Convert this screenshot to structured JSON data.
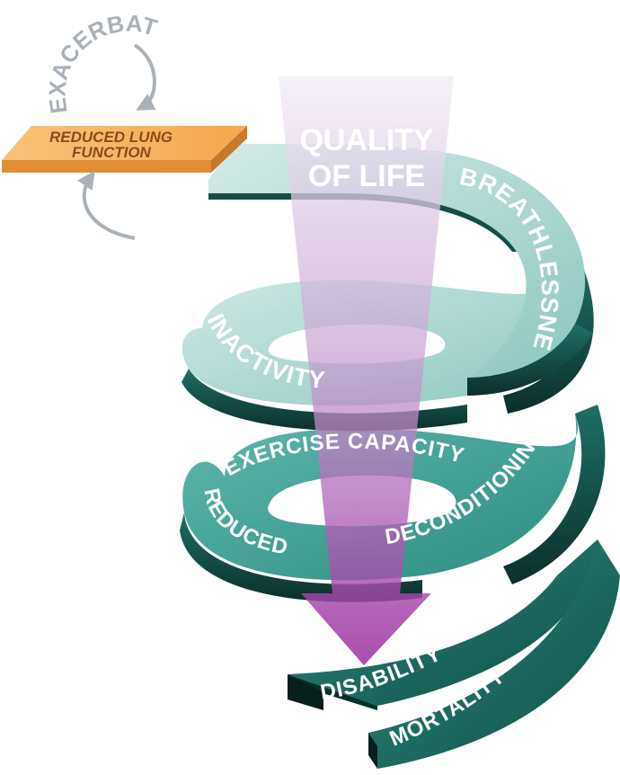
{
  "diagram": {
    "exacerbations": "EXACERBATIONS",
    "reduced_lung_function": [
      "REDUCED LUNG",
      "FUNCTION"
    ],
    "quality_of_life": [
      "QUALITY",
      "OF LIFE"
    ],
    "breathlessness": "BREATHLESSNESS",
    "inactivity": "INACTIVITY",
    "exercise_capacity": "EXERCISE CAPACITY",
    "reduced": "REDUCED",
    "deconditioning": "DECONDITIONING",
    "disability": "DISABILITY",
    "mortality": "MORTALITY"
  },
  "colors": {
    "ribbon_top_light": "#b9ddd8",
    "ribbon_top_mid": "#3fa497",
    "ribbon_dark": "#0f4f47",
    "ribbon_edge": "#0b2f2b",
    "arrow_purple": "#9b2ea0",
    "arrow_light": "#e9def0",
    "plate_orange": "#f7b561",
    "plate_edge": "#e08f35",
    "exacerbation_gray": "#a9b1b8"
  }
}
